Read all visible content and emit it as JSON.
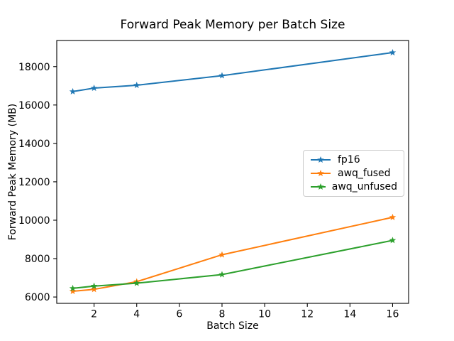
{
  "chart_data": {
    "type": "line",
    "title": "Forward Peak Memory per Batch Size",
    "xlabel": "Batch Size",
    "ylabel": "Forward Peak Memory (MB)",
    "x": [
      1,
      2,
      4,
      8,
      16
    ],
    "series": [
      {
        "name": "fp16",
        "color": "#1f77b4",
        "values": [
          16700,
          16880,
          17030,
          17530,
          18730
        ]
      },
      {
        "name": "awq_fused",
        "color": "#ff7f0e",
        "values": [
          6300,
          6400,
          6800,
          8200,
          10150
        ]
      },
      {
        "name": "awq_unfused",
        "color": "#2ca02c",
        "values": [
          6450,
          6570,
          6720,
          7170,
          8950
        ]
      }
    ],
    "marker": "star",
    "xticks": [
      2,
      4,
      6,
      8,
      10,
      12,
      14,
      16
    ],
    "yticks": [
      6000,
      8000,
      10000,
      12000,
      14000,
      16000,
      18000
    ],
    "xlim": [
      0.25,
      16.75
    ],
    "ylim": [
      5670,
      19360
    ],
    "legend_position": "center-right",
    "grid": false,
    "axis_color": "#000000",
    "background_color": "#ffffff"
  }
}
